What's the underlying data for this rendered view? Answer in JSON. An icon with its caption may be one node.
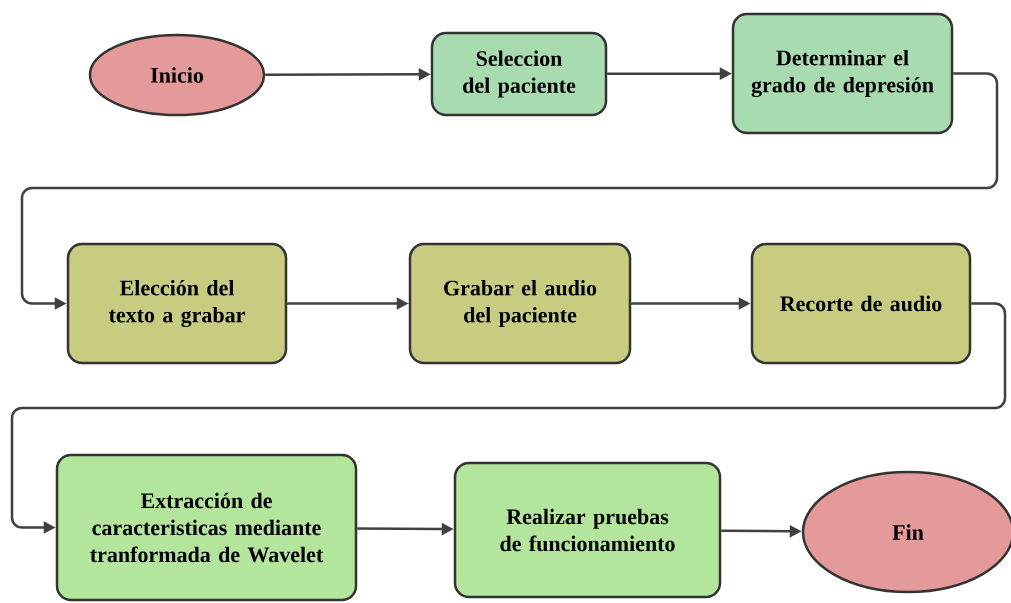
{
  "diagram": {
    "nodes": [
      {
        "text": [
          "Inicio"
        ]
      },
      {
        "text": [
          "Seleccion del paciente"
        ]
      },
      {
        "text": [
          "Determinar el grado de depresión"
        ]
      },
      {
        "text": [
          "Elección del texto a grabar"
        ]
      },
      {
        "text": [
          "Grabar el audio del paciente"
        ]
      },
      {
        "text": [
          "Recorte de audio"
        ]
      },
      {
        "text": [
          "Extracción de caracteristicas mediante tranformada de Wavelet"
        ]
      },
      {
        "text": [
          "Realizar pruebas de funcionamiento"
        ]
      },
      {
        "text": [
          "Fin"
        ]
      }
    ],
    "edges": [
      {
        "from": 0,
        "to": 1,
        "arrow": "to"
      },
      {
        "from": 1,
        "to": 2,
        "arrow": "to"
      },
      {
        "from": 2,
        "to": 3,
        "arrow": "to"
      },
      {
        "from": 3,
        "to": 4,
        "arrow": "to"
      },
      {
        "from": 4,
        "to": 5,
        "arrow": "to"
      },
      {
        "from": 5,
        "to": 6,
        "arrow": "to"
      },
      {
        "from": 6,
        "to": 7,
        "arrow": "to"
      },
      {
        "from": 7,
        "to": 8,
        "arrow": "to"
      }
    ]
  }
}
